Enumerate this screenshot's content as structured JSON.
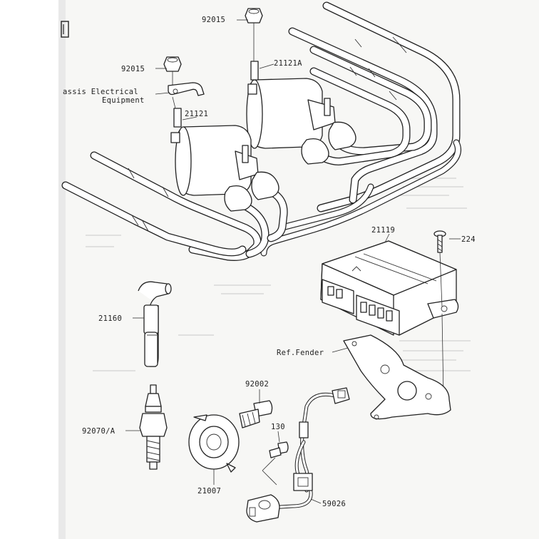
{
  "colors": {
    "paper": "#f7f7f5",
    "ink": "#222222",
    "ghost": "#c9c9c9",
    "scanEdge": "#e4e4e4"
  },
  "labels": {
    "nut_top": "92015",
    "coil_a": "21121A",
    "nut_left": "92015",
    "chassis_line1": "assis Electrical",
    "chassis_line2": "Equipment",
    "coil": "21121",
    "ecu": "21119",
    "screw_ecu": "224",
    "plug_cap": "21160",
    "ref_fender": "Ref.Fender",
    "bolt": "92002",
    "screw_small": "130",
    "spark_plug": "92070/A",
    "rotor": "21007",
    "harness": "59026"
  }
}
